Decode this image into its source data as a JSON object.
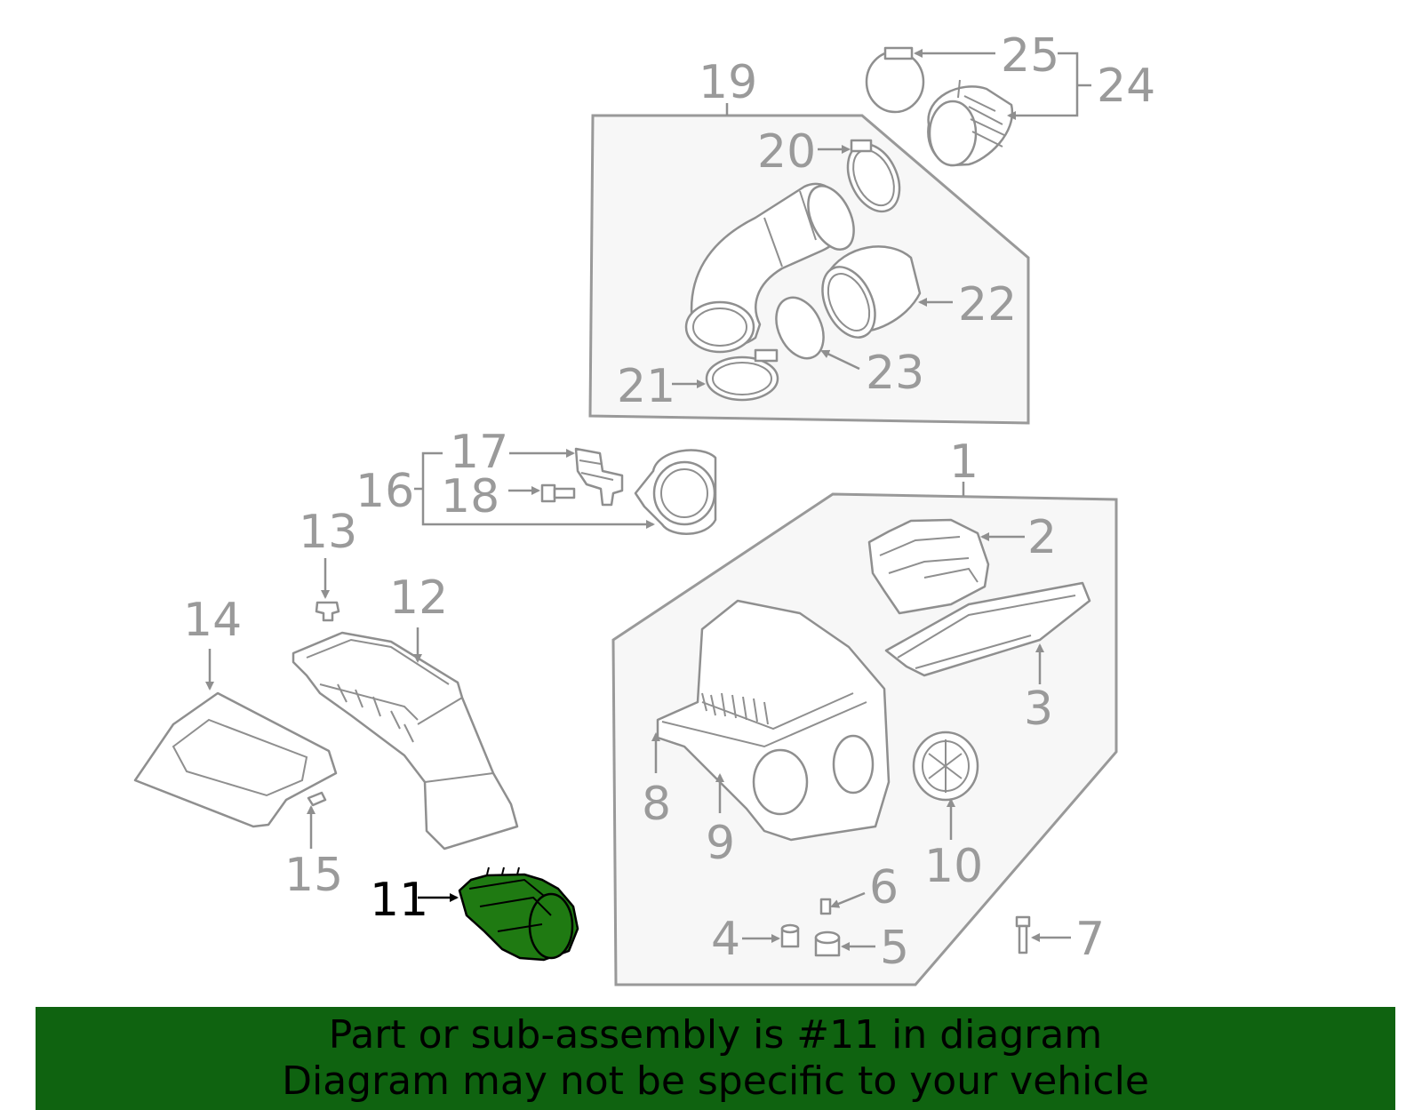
{
  "callouts": {
    "c1": "1",
    "c2": "2",
    "c3": "3",
    "c4": "4",
    "c5": "5",
    "c6": "6",
    "c7": "7",
    "c8": "8",
    "c9": "9",
    "c10": "10",
    "c11": "11",
    "c12": "12",
    "c13": "13",
    "c14": "14",
    "c15": "15",
    "c16": "16",
    "c17": "17",
    "c18": "18",
    "c19": "19",
    "c20": "20",
    "c21": "21",
    "c22": "22",
    "c23": "23",
    "c24": "24",
    "c25": "25"
  },
  "highlighted_part": "11",
  "colors": {
    "highlight_fill": "#1f7a12",
    "banner_background": "#0f6310",
    "callout_gray": "#9a9a9a",
    "panel_fill": "#f7f7f7"
  },
  "banner": {
    "line1": "Part or sub-assembly is #11 in diagram",
    "line2": "Diagram may not be specific to your vehicle"
  }
}
